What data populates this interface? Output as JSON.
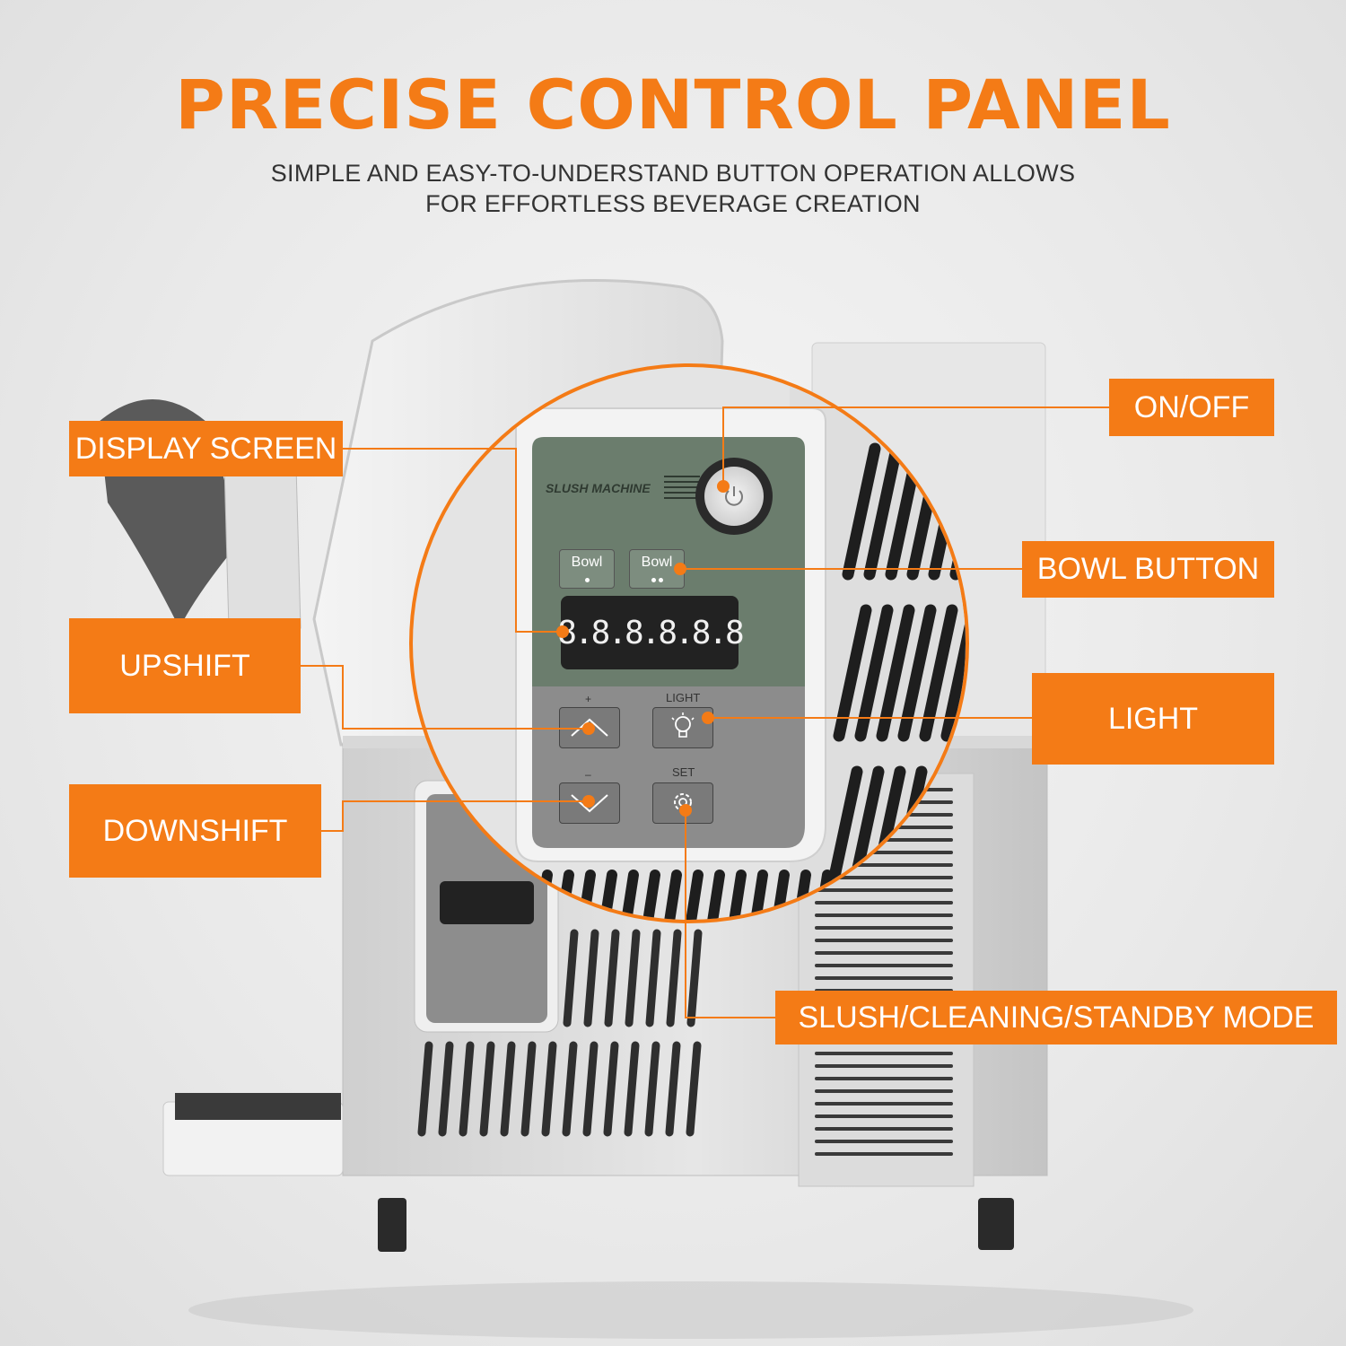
{
  "header": {
    "title": "PRECISE CONTROL PANEL",
    "subtitle_line1": "SIMPLE AND EASY-TO-UNDERSTAND BUTTON OPERATION ALLOWS",
    "subtitle_line2": "FOR EFFORTLESS BEVERAGE CREATION"
  },
  "callouts": {
    "display_screen": "DISPLAY SCREEN",
    "upshift": "UPSHIFT",
    "downshift": "DOWNSHIFT",
    "on_off": "ON/OFF",
    "bowl_button": "BOWL BUTTON",
    "light": "LIGHT",
    "mode": "SLUSH/CLEANING/STANDBY MODE"
  },
  "panel": {
    "brand": "SLUSH MACHINE",
    "bowl_label": "Bowl",
    "display_digits": "8.8.8.8.8.8",
    "plus": "+",
    "minus": "–",
    "light": "LIGHT",
    "set": "SET"
  },
  "colors": {
    "accent": "#f47b16",
    "panel_green": "#6b7d6d",
    "panel_grey": "#8c8c8c"
  },
  "icons": [
    "power-icon",
    "chevron-up-icon",
    "chevron-down-icon",
    "light-bulb-icon",
    "gear-icon"
  ]
}
